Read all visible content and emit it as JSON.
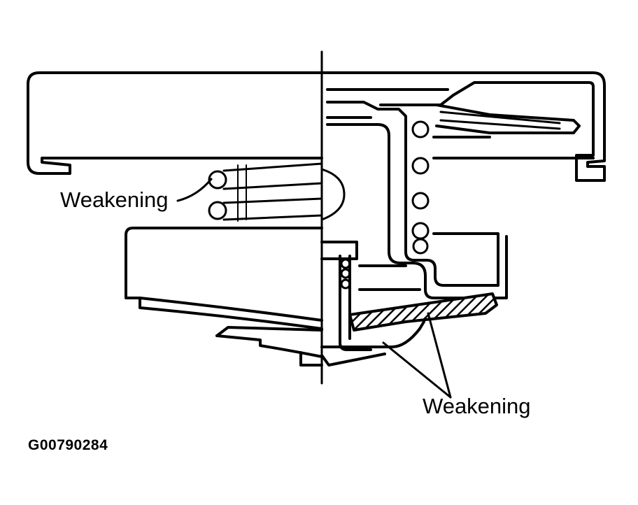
{
  "labels": {
    "weakening_upper": "Weakening",
    "weakening_lower": "Weakening",
    "figure_code": "G00790284"
  }
}
